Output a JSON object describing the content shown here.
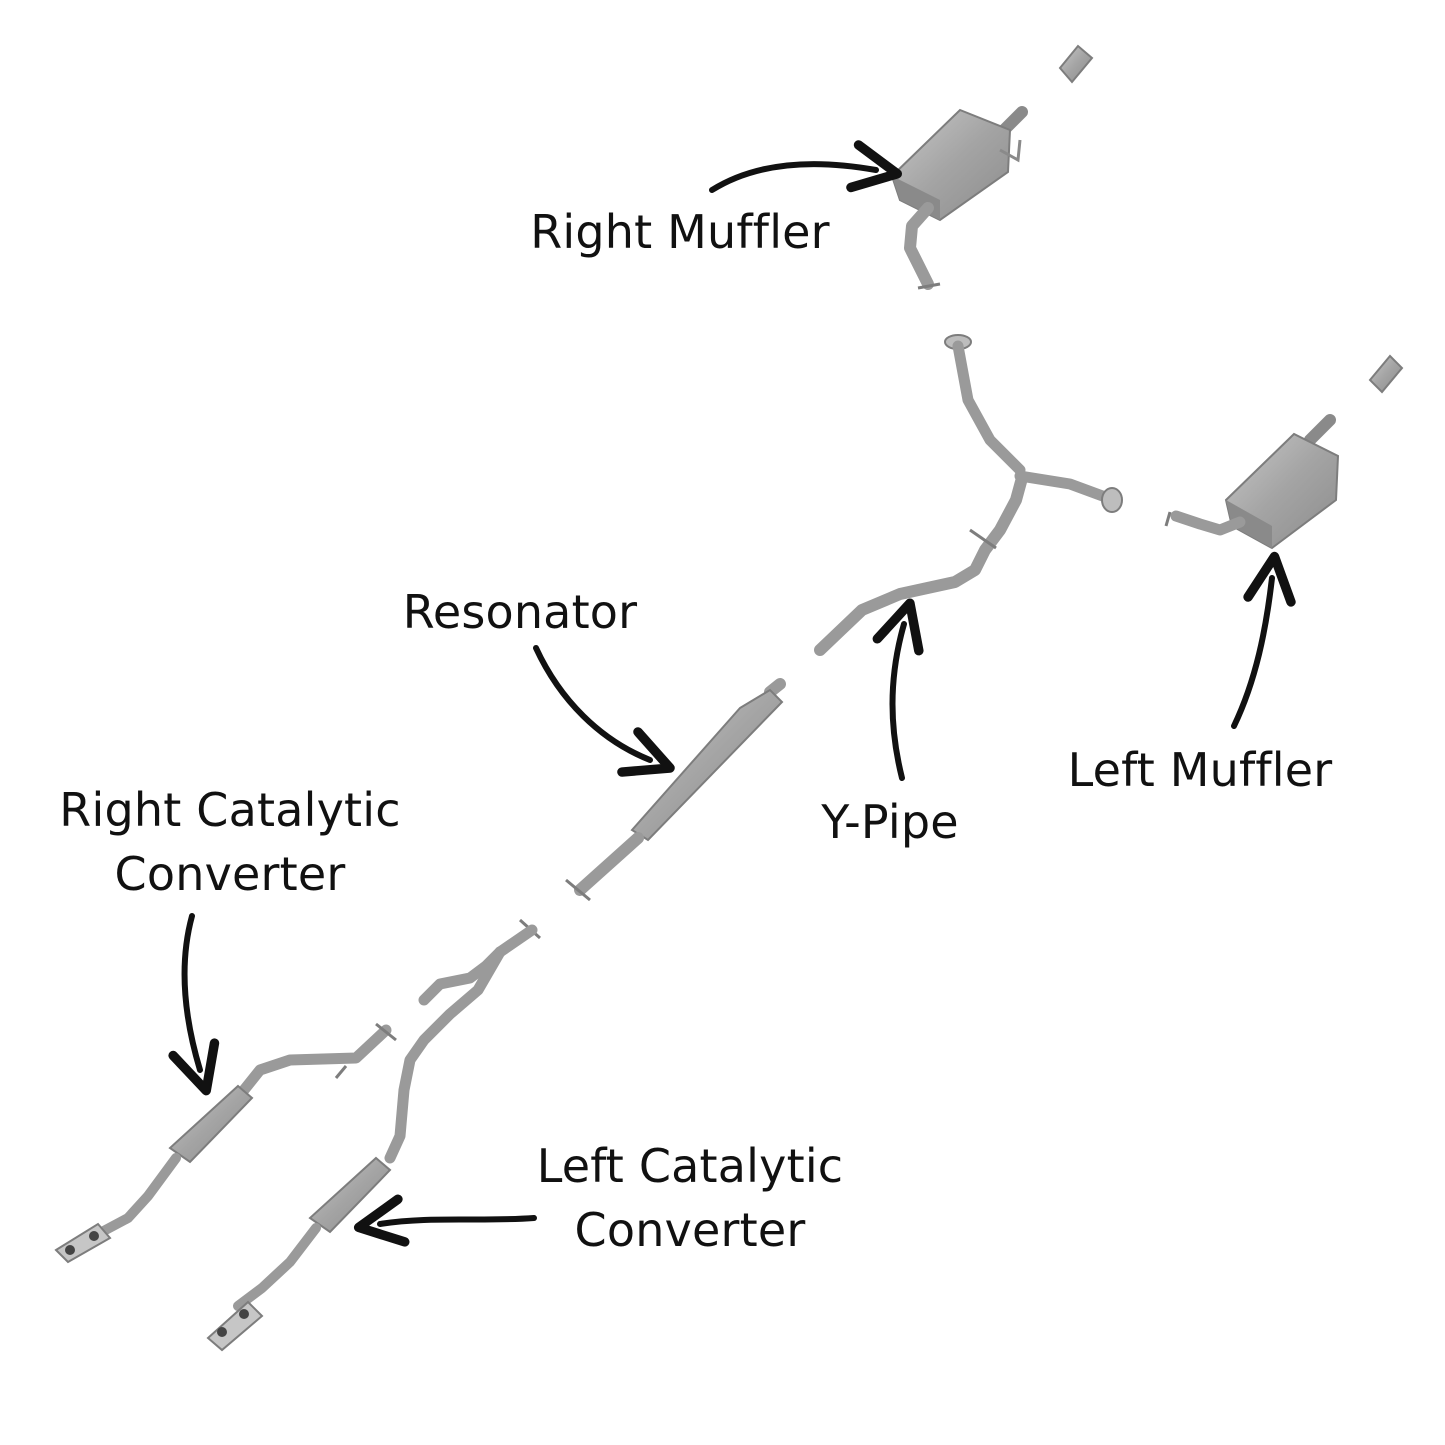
{
  "labels": {
    "right_muffler": "Right Muffler",
    "left_muffler": "Left Muffler",
    "resonator": "Resonator",
    "y_pipe": "Y-Pipe",
    "right_cat_line1": "Right Catalytic",
    "right_cat_line2": "Converter",
    "left_cat_line1": "Left Catalytic",
    "left_cat_line2": "Converter"
  },
  "colors": {
    "pipe_dark": "#7d7d7d",
    "pipe_light": "#c4c4c4",
    "body_fill": "#a9a9a9",
    "body_shade": "#8a8a8a",
    "arrow": "#111111",
    "text": "#111111"
  }
}
